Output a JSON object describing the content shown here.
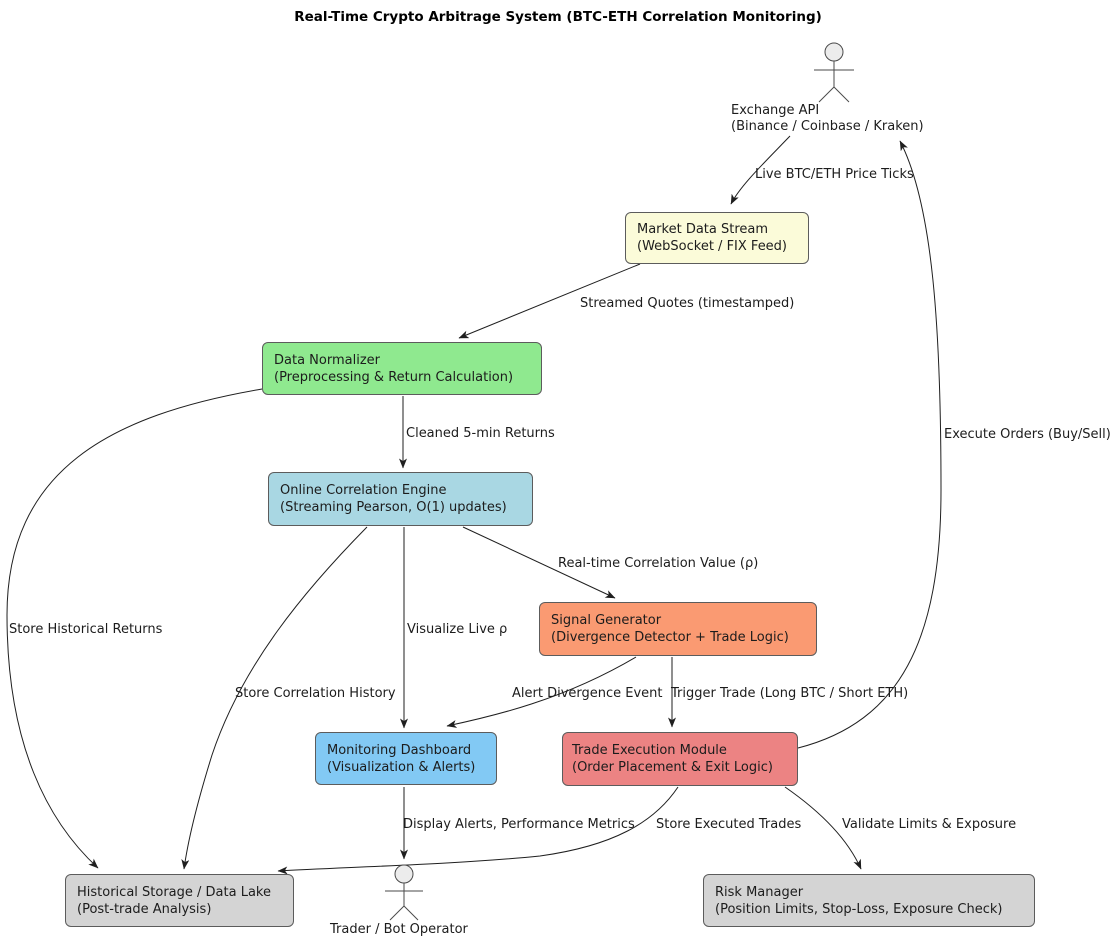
{
  "title": "Real-Time Crypto Arbitrage System (BTC-ETH Correlation Monitoring)",
  "actors": {
    "exchange_api": {
      "line1": "Exchange API",
      "line2": "(Binance / Coinbase / Kraken)",
      "head_fill": "#ECECEC"
    },
    "trader": {
      "label": "Trader / Bot Operator",
      "head_fill": "#ECECEC"
    }
  },
  "nodes": {
    "market_data_stream": {
      "line1": "Market Data Stream",
      "line2": "(WebSocket / FIX Feed)",
      "fill": "#FBFBD9"
    },
    "data_normalizer": {
      "line1": "Data Normalizer",
      "line2": "(Preprocessing & Return Calculation)",
      "fill": "#8FE98F"
    },
    "correlation_engine": {
      "line1": "Online Correlation Engine",
      "line2": "(Streaming Pearson, O(1) updates)",
      "fill": "#A9D7E3"
    },
    "signal_generator": {
      "line1": "Signal Generator",
      "line2": "(Divergence Detector + Trade Logic)",
      "fill": "#FA9A72"
    },
    "monitoring_dashboard": {
      "line1": "Monitoring Dashboard",
      "line2": "(Visualization & Alerts)",
      "fill": "#82C9F4"
    },
    "trade_execution": {
      "line1": "Trade Execution Module",
      "line2": "(Order Placement & Exit Logic)",
      "fill": "#EC8383"
    },
    "historical_storage": {
      "line1": "Historical Storage / Data Lake",
      "line2": "(Post-trade Analysis)",
      "fill": "#D4D4D4"
    },
    "risk_manager": {
      "line1": "Risk Manager",
      "line2": "(Position Limits, Stop-Loss, Exposure Check)",
      "fill": "#D4D4D4"
    }
  },
  "edges": {
    "live_ticks": "Live BTC/ETH Price Ticks",
    "streamed_quotes": "Streamed Quotes (timestamped)",
    "cleaned_returns": "Cleaned 5-min Returns",
    "realtime_correlation": "Real-time Correlation Value (ρ)",
    "store_historical_returns": "Store Historical Returns",
    "visualize_live_rho": "Visualize Live ρ",
    "store_correlation_history": "Store Correlation History",
    "alert_divergence": "Alert Divergence Event",
    "trigger_trade": "Trigger Trade (Long BTC / Short ETH)",
    "execute_orders": "Execute Orders (Buy/Sell)",
    "display_alerts": "Display Alerts, Performance Metrics",
    "store_executed_trades": "Store Executed Trades",
    "validate_limits": "Validate Limits & Exposure"
  },
  "colors": {
    "edge_stroke": "#1F1F1F",
    "node_border": "#5C5C5C"
  }
}
